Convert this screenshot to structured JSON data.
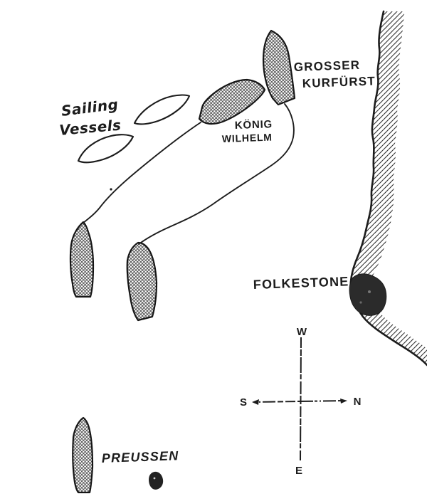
{
  "map": {
    "colors": {
      "ink": "#1c1c1c",
      "background": "#ffffff"
    },
    "ships": [
      {
        "name": "Grosser Kurfürst",
        "label_lines": [
          "GROSSER",
          "KURFÜRST"
        ]
      },
      {
        "name": "König Wilhelm",
        "label_lines": [
          "KÖNIG",
          "WILHELM"
        ]
      },
      {
        "name": "Preussen",
        "label_lines": [
          "PREUSSEN"
        ]
      }
    ],
    "sailing_vessels_label_lines": [
      "Sailing",
      "Vessels"
    ],
    "places": [
      {
        "name": "Folkestone",
        "label": "FOLKESTONE"
      }
    ],
    "compass": {
      "top": "W",
      "left": "S",
      "right": "N",
      "bottom": "E"
    }
  }
}
